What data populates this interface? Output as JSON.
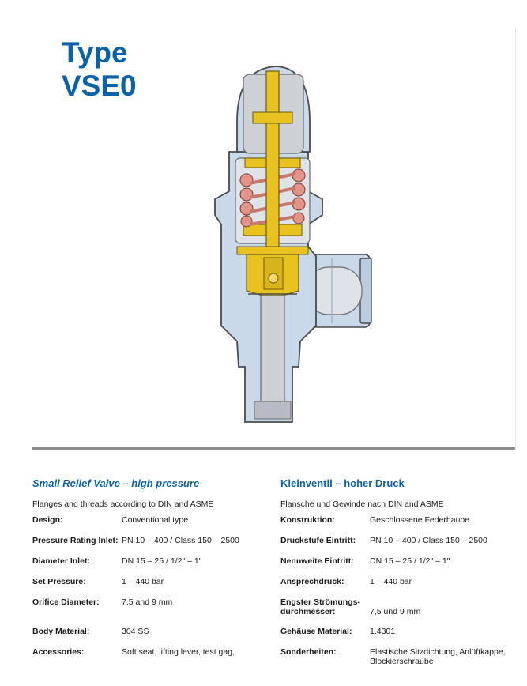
{
  "title": {
    "line1": "Type",
    "line2": "VSE0"
  },
  "english": {
    "heading": "Small Relief Valve – high pressure",
    "intro": "Flanges and threads according to DIN and ASME",
    "rows": [
      {
        "label": "Design:",
        "value": "Conventional type"
      },
      {
        "label": "Pressure Rating Inlet:",
        "value": "PN 10 – 400 / Class 150 – 2500"
      },
      {
        "label": "Diameter Inlet:",
        "value": "DN 15 – 25 / 1/2\" – 1\""
      },
      {
        "label": "Set Pressure:",
        "value": "1 – 440 bar"
      },
      {
        "label": "Orifice Diameter:",
        "value": "7.5 and 9 mm"
      },
      {
        "label": "Body Material:",
        "value": "304 SS"
      },
      {
        "label": "Accessories:",
        "value": "Soft seat, lifting lever, test gag,"
      }
    ]
  },
  "german": {
    "heading": "Kleinventil – hoher Druck",
    "intro": "Flansche und Gewinde nach DIN and ASME",
    "rows": [
      {
        "label": "Konstruktion:",
        "value": "Geschlossene Federhaube"
      },
      {
        "label": "Druckstufe Eintritt:",
        "value": "PN 10 – 400 / Class 150 – 2500"
      },
      {
        "label": "Nennweite Eintritt:",
        "value": "DN 15 – 25 / 1/2\" – 1\""
      },
      {
        "label": "Ansprechdruck:",
        "value": "1 – 440 bar"
      },
      {
        "label": "Engster Strömungs-\ndurchmesser:",
        "value": "7,5 und 9 mm"
      },
      {
        "label": "Gehäuse Material:",
        "value": "1.4301"
      },
      {
        "label": "Sonderheiten:",
        "value": "Elastische Sitzdichtung, Anlüftkappe, Blockierschraube"
      }
    ]
  },
  "colors": {
    "brand_blue": "#0a63a8",
    "body_blue": "#c9d9ea",
    "brass": "#e8c21f",
    "spring": "#e29488",
    "steel": "#cdd0d5"
  }
}
